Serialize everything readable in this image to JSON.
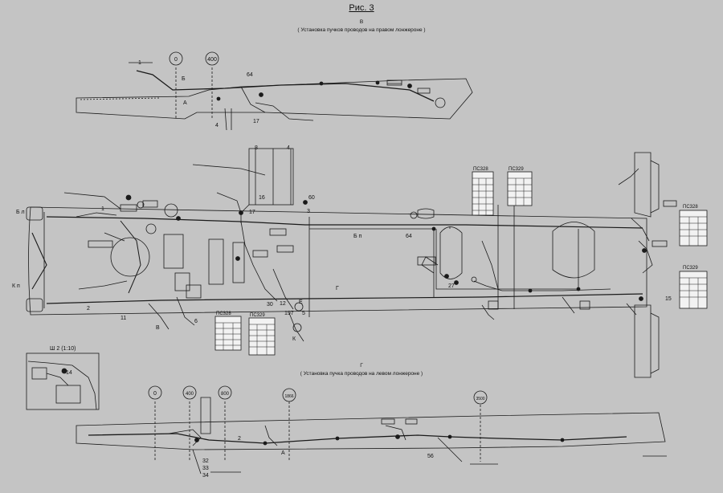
{
  "figure": {
    "title": "Рис. 3",
    "view_top": "В",
    "caption_top": "( Установка пучков проводов на правом лонжероне )",
    "view_bottom": "Г",
    "caption_bottom": "( Установка пучка проводов на левом лонжероне )"
  },
  "top_view": {
    "distance_marks": [
      "0",
      "400"
    ],
    "callouts": [
      "1",
      "4",
      "17",
      "64",
      "А",
      "Б"
    ]
  },
  "main_plan": {
    "callouts": [
      "1",
      "2",
      "3",
      "4",
      "5",
      "6",
      "8",
      "11",
      "12",
      "15",
      "16",
      "17",
      "27",
      "30",
      "60",
      "64",
      "197"
    ],
    "sections": [
      "В",
      "Г",
      "Е",
      "К"
    ],
    "socket_labels": [
      "ПС328",
      "ПС329",
      "ПС328",
      "ПС329",
      "ПС328",
      "ПС329"
    ],
    "side_labels": [
      "Б л",
      "Б п",
      "К п"
    ]
  },
  "detail_view": {
    "label": "Ш 2 (1:10)",
    "callouts": [
      "14"
    ]
  },
  "bottom_view": {
    "distance_marks": [
      "0",
      "400",
      "800",
      "1866",
      "3500"
    ],
    "callouts": [
      "2",
      "32",
      "33",
      "34",
      "56",
      "А"
    ]
  },
  "colors": {
    "background": "#c4c4c4",
    "line": "#1a1a1a",
    "table_fill": "#f2f2f2"
  }
}
